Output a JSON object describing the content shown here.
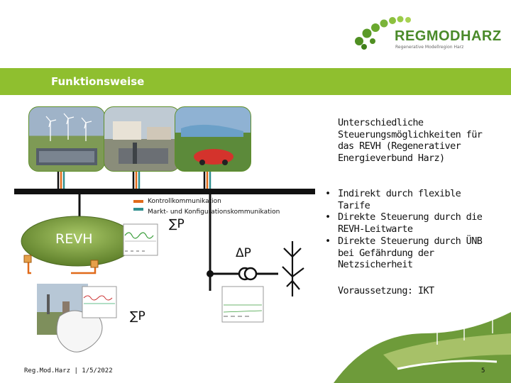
{
  "header": {
    "title": "Funktionsweise",
    "logo_text": "REGMODHARZ",
    "logo_tagline": "Regenerative Modellregion Harz"
  },
  "diagram": {
    "legend": {
      "control_label": "Kontrollkommunikation",
      "config_label": "Markt- und Konfigurationskommunikation"
    },
    "revh_label": "REVH",
    "sum_p_top": "∑P",
    "delta_p": "ΔP",
    "sum_p_bottom": "∑P"
  },
  "text_panel": {
    "intro": "Unterschiedliche Steuerungsmöglichkeiten für das REVH (Regenerativer Energieverbund Harz)",
    "bullets": [
      "Indirekt durch flexible Tarife",
      "Direkte Steuerung durch die REVH-Leitwarte",
      "Direkte Steuerung durch ÜNB bei Gefährdung der Netzsicherheit"
    ],
    "requirement": "Voraussetzung: IKT"
  },
  "footer": {
    "left": "Reg.Mod.Harz | 1/5/2022",
    "page": "5"
  },
  "colors": {
    "brand_green": "#8fbf2f",
    "logo_green": "#4a8a2a",
    "control_line": "#e06a1a",
    "config_line": "#2f8f8f"
  }
}
